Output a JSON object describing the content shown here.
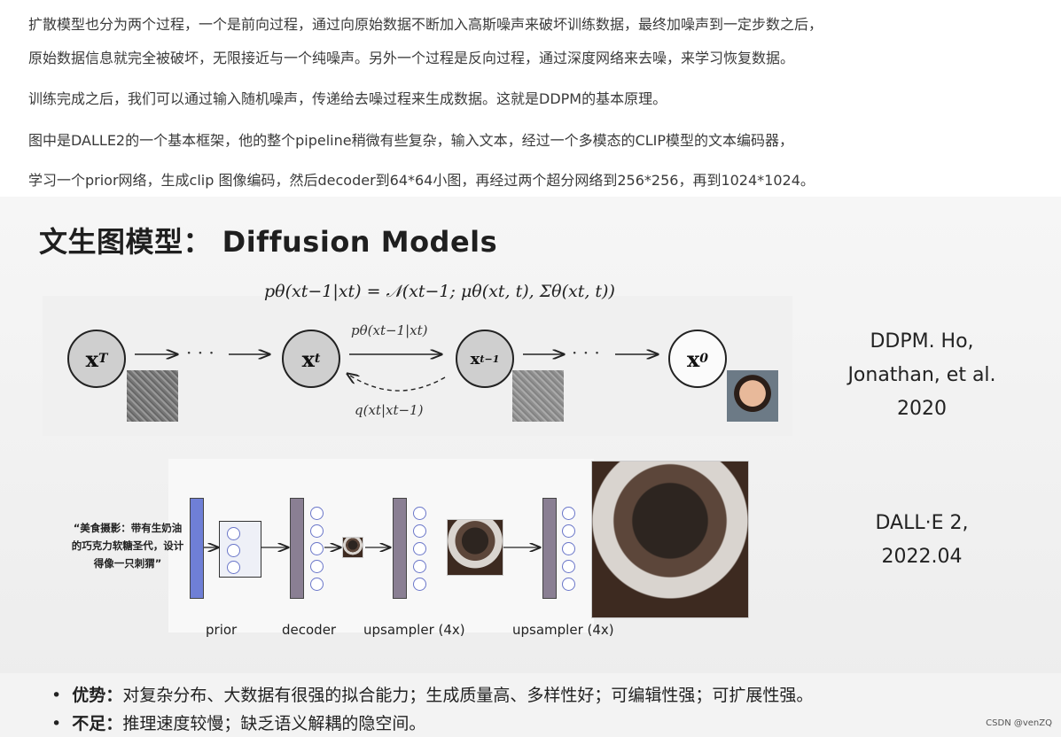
{
  "paragraphs": {
    "p1": "扩散模型也分为两个过程，一个是前向过程，通过向原始数据不断加入高斯噪声来破坏训练数据，最终加噪声到一定步数之后，",
    "p2": "原始数据信息就完全被破坏，无限接近与一个纯噪声。另外一个过程是反向过程，通过深度网络来去噪，来学习恢复数据。",
    "p3": "训练完成之后，我们可以通过输入随机噪声，传递给去噪过程来生成数据。这就是DDPM的基本原理。",
    "p4": "图中是DALLE2的一个基本框架，他的整个pipeline稍微有些复杂，输入文本，经过一个多模态的CLIP模型的文本编码器，",
    "p5": "学习一个prior网络，生成clip 图像编码，然后decoder到64*64小图，再经过两个超分网络到256*256，再到1024*1024。"
  },
  "slide": {
    "title": "文生图模型： Diffusion Models",
    "ddpm": {
      "formula": "pθ(xt−1|xt) = 𝒩(xt−1; μθ(xt, t), Σθ(xt, t))",
      "node_xT": "x",
      "node_xT_sub": "T",
      "node_xt": "x",
      "node_xt_sub": "t",
      "node_xt1": "x",
      "node_xt1_sub": "t−1",
      "node_x0": "x",
      "node_x0_sub": "0",
      "dots": "· · ·",
      "arrow_forward_label": "pθ(xt−1|xt)",
      "arrow_backward_label": "q(xt|xt−1)",
      "citation_line1": "DDPM. Ho,",
      "citation_line2": "Jonathan, et al.",
      "citation_line3": "2020"
    },
    "dalle": {
      "input_caption": "“美食摄影：带有生奶油的巧克力软糖圣代，设计得像一只刺猬”",
      "labels": [
        "prior",
        "decoder",
        "upsampler (4x)",
        "upsampler (4x)"
      ],
      "citation_line1": "DALL·E  2,",
      "citation_line2": "2022.04"
    },
    "bullets": {
      "pro_label": "优势：",
      "pro_text": "对复杂分布、大数据有很强的拟合能力；生成质量高、多样性好；可编辑性强；可扩展性强。",
      "con_label": "不足：",
      "con_text": "推理速度较慢；缺乏语义解耦的隐空间。"
    }
  },
  "watermark": "CSDN @venZQ",
  "colors": {
    "node_grey": "#cfcfcf",
    "stack_fill": "#8a7f93",
    "circle_stroke": "#6a76c9"
  }
}
